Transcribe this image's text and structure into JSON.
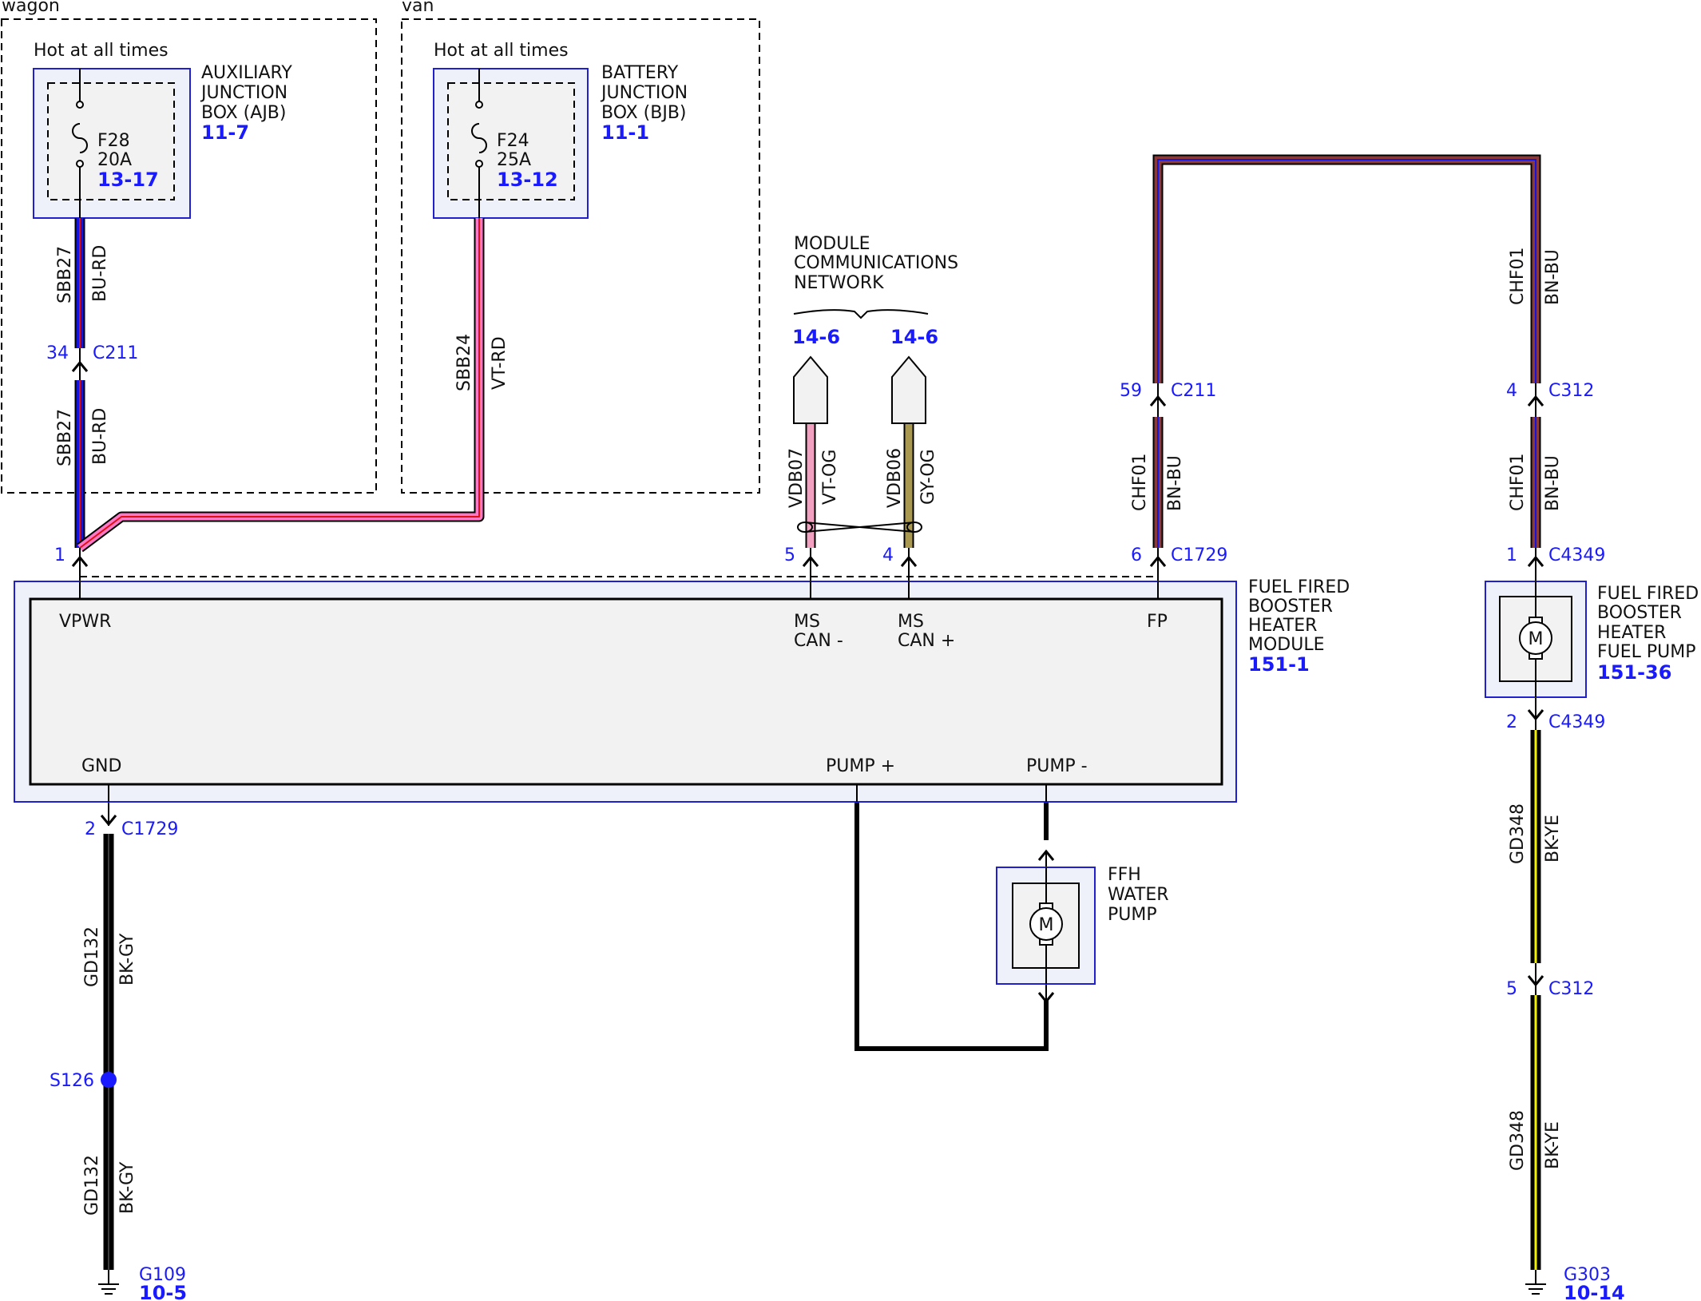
{
  "variants": {
    "wagon": "wagon",
    "van": "van"
  },
  "ajb": {
    "hot": "Hot at all times",
    "name": [
      "AUXILIARY",
      "JUNCTION",
      "BOX (AJB)"
    ],
    "ref": "11-7",
    "fuse": "F28",
    "rating": "20A",
    "fuse_ref": "13-17"
  },
  "bjb": {
    "hot": "Hot at all times",
    "name": [
      "BATTERY",
      "JUNCTION",
      "BOX (BJB)"
    ],
    "ref": "11-1",
    "fuse": "F24",
    "rating": "25A",
    "fuse_ref": "13-12"
  },
  "network": {
    "title": [
      "MODULE",
      "COMMUNICATIONS",
      "NETWORK"
    ],
    "refs": [
      "14-6",
      "14-6"
    ]
  },
  "circuits": {
    "sbb27": "SBB27",
    "bu_rd": "BU-RD",
    "sbb24": "SBB24",
    "vt_rd": "VT-RD",
    "vdb07": "VDB07",
    "vt_og": "VT-OG",
    "vdb06": "VDB06",
    "gy_og": "GY-OG",
    "chf01": "CHF01",
    "bn_bu": "BN-BU",
    "gd132": "GD132",
    "bk_gy": "BK-GY",
    "gd348": "GD348",
    "bk_ye": "BK-YE"
  },
  "pins": {
    "p34": "34",
    "c211": "C211",
    "p1": "1",
    "p5": "5",
    "p4": "4",
    "p59": "59",
    "p6": "6",
    "c1729": "C1729",
    "p4b": "4",
    "c312": "C312",
    "p1b": "1",
    "c4349": "C4349",
    "p2": "2",
    "p2b": "2",
    "p5b": "5"
  },
  "module": {
    "name": [
      "FUEL FIRED",
      "BOOSTER",
      "HEATER",
      "MODULE"
    ],
    "ref": "151-1",
    "vpwr": "VPWR",
    "ms_can_minus": [
      "MS",
      "CAN -"
    ],
    "ms_can_plus": [
      "MS",
      "CAN +"
    ],
    "fp": "FP",
    "gnd": "GND",
    "pump_plus": "PUMP +",
    "pump_minus": "PUMP -"
  },
  "fuel_pump": {
    "name": [
      "FUEL FIRED",
      "BOOSTER",
      "HEATER",
      "FUEL PUMP"
    ],
    "ref": "151-36",
    "motor": "M"
  },
  "water_pump": {
    "name": [
      "FFH",
      "WATER",
      "PUMP"
    ],
    "motor": "M"
  },
  "splice": {
    "id": "S126"
  },
  "grounds": {
    "g109": "G109",
    "g109_ref": "10-5",
    "g303": "G303",
    "g303_ref": "10-14"
  },
  "colors": {
    "component_blue": "#2020d0",
    "pin_blue": "#1a1aff",
    "wire_bu": "#1414e0",
    "wire_rd": "#e01010",
    "wire_vt_pink": "#ff78c8",
    "wire_bn": "#8a3a3a",
    "wire_ye": "#f0f000",
    "wire_bk": "#000000"
  }
}
